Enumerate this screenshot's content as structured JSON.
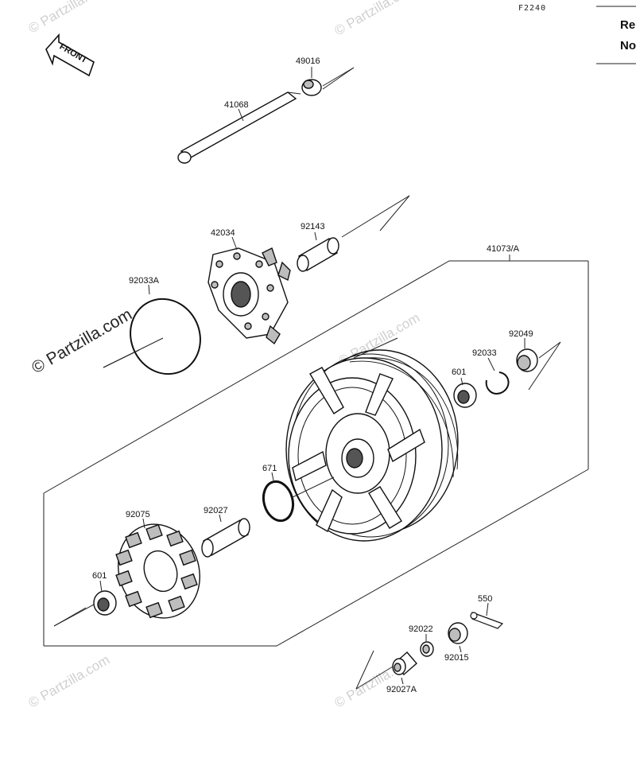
{
  "diagram_code": "F2240",
  "front_label": "FRONT",
  "side_panel": {
    "line1": "Re",
    "line2": "No"
  },
  "watermarks": {
    "main": "© Partzilla.com",
    "small": "© Partzilla.com"
  },
  "parts": {
    "p49016": "49016",
    "p41068": "41068",
    "p42034": "42034",
    "p92143": "92143",
    "p41073A": "41073/A",
    "p92033A": "92033A",
    "p92049": "92049",
    "p92033": "92033",
    "p601_upper": "601",
    "p671": "671",
    "p92075": "92075",
    "p92027": "92027",
    "p601_lower": "601",
    "p550": "550",
    "p92022": "92022",
    "p92015": "92015",
    "p92027A": "92027A"
  }
}
